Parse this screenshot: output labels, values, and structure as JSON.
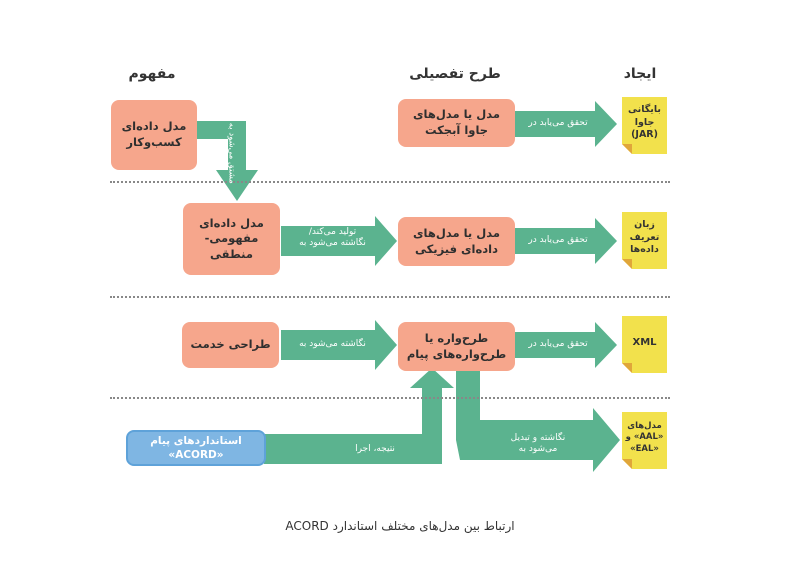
{
  "headers": {
    "concept": "مفهوم",
    "detailed_design": "طرح تفصیلی",
    "creation": "ایجاد"
  },
  "boxes": {
    "business_model": "مدل داده‌ای\nکسب‌وکار",
    "conceptual_logical": "مدل داده‌ای\nمفهومی-\nمنطقی",
    "service_design": "طراحی خدمت",
    "acord_standards": "استانداردهای پیام «ACORD»",
    "java_object_models": "مدل یا مدل‌های\nجاوا آبجکت",
    "physical_data_models": "مدل یا مدل‌های\nداده‌ای فیزیکی",
    "message_schemas": "طرح‌واره یا\nطرح‌واره‌های پیام"
  },
  "outputs": {
    "jar": "بایگانی\nجاوا\n(JAR)",
    "ddl": "زبان\nتعریف\nداده‌ها",
    "xml": "XML",
    "aal_eal": "مدل‌های\n«AAL» و\n«EAL»"
  },
  "arrow_labels": {
    "derived_from": "مشتق می‌شود به",
    "generates_maps": "تولید می‌کند/\nنگاشته می‌شود به",
    "mapped_to": "نگاشته می‌شود به",
    "realized_in_1": "تحقق می‌یابد در",
    "realized_in_2": "تحقق می‌یابد در",
    "realized_in_3": "تحقق می‌یابد در",
    "result_executed": "نتیجه، اجرا",
    "mapped_converted": "نگاشته و تبدیل\nمی‌شود به"
  },
  "caption": "ارتباط بین مدل‌های مختلف استاندارد ACORD",
  "colors": {
    "box_fill": "#f6a68c",
    "arrow_fill": "#5bb38f",
    "note_fill": "#f2e14c",
    "note_fold": "#e0a63a",
    "acord_box": "#7fb6e3"
  }
}
